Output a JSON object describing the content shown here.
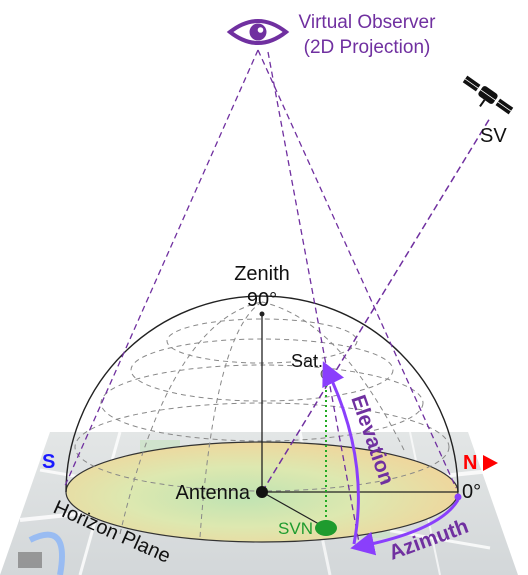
{
  "observer": {
    "line1": "Virtual Observer",
    "line2": "(2D Projection)",
    "icon": "eye-icon"
  },
  "satellite": {
    "label": "SV",
    "icon": "satellite-icon"
  },
  "dome": {
    "zenith_label": "Zenith",
    "zenith_angle": "90°",
    "sat_label": "Sat.",
    "antenna_label": "Antenna",
    "svn_label": "SVN",
    "elevation_label": "Elevation",
    "azimuth_label": "Azimuth",
    "zero_label": "0°"
  },
  "compass": {
    "south": "S",
    "north": "N"
  },
  "plane": {
    "label": "Horizon Plane"
  },
  "colors": {
    "purple": "#7030a0",
    "accent_purple": "#8a3ffc",
    "south_blue": "#1a1aff",
    "north_red": "#ff0000",
    "svn_green": "#1e9b2e",
    "dotted_green": "#22aa22",
    "disk_fill": "#f3d59a"
  }
}
